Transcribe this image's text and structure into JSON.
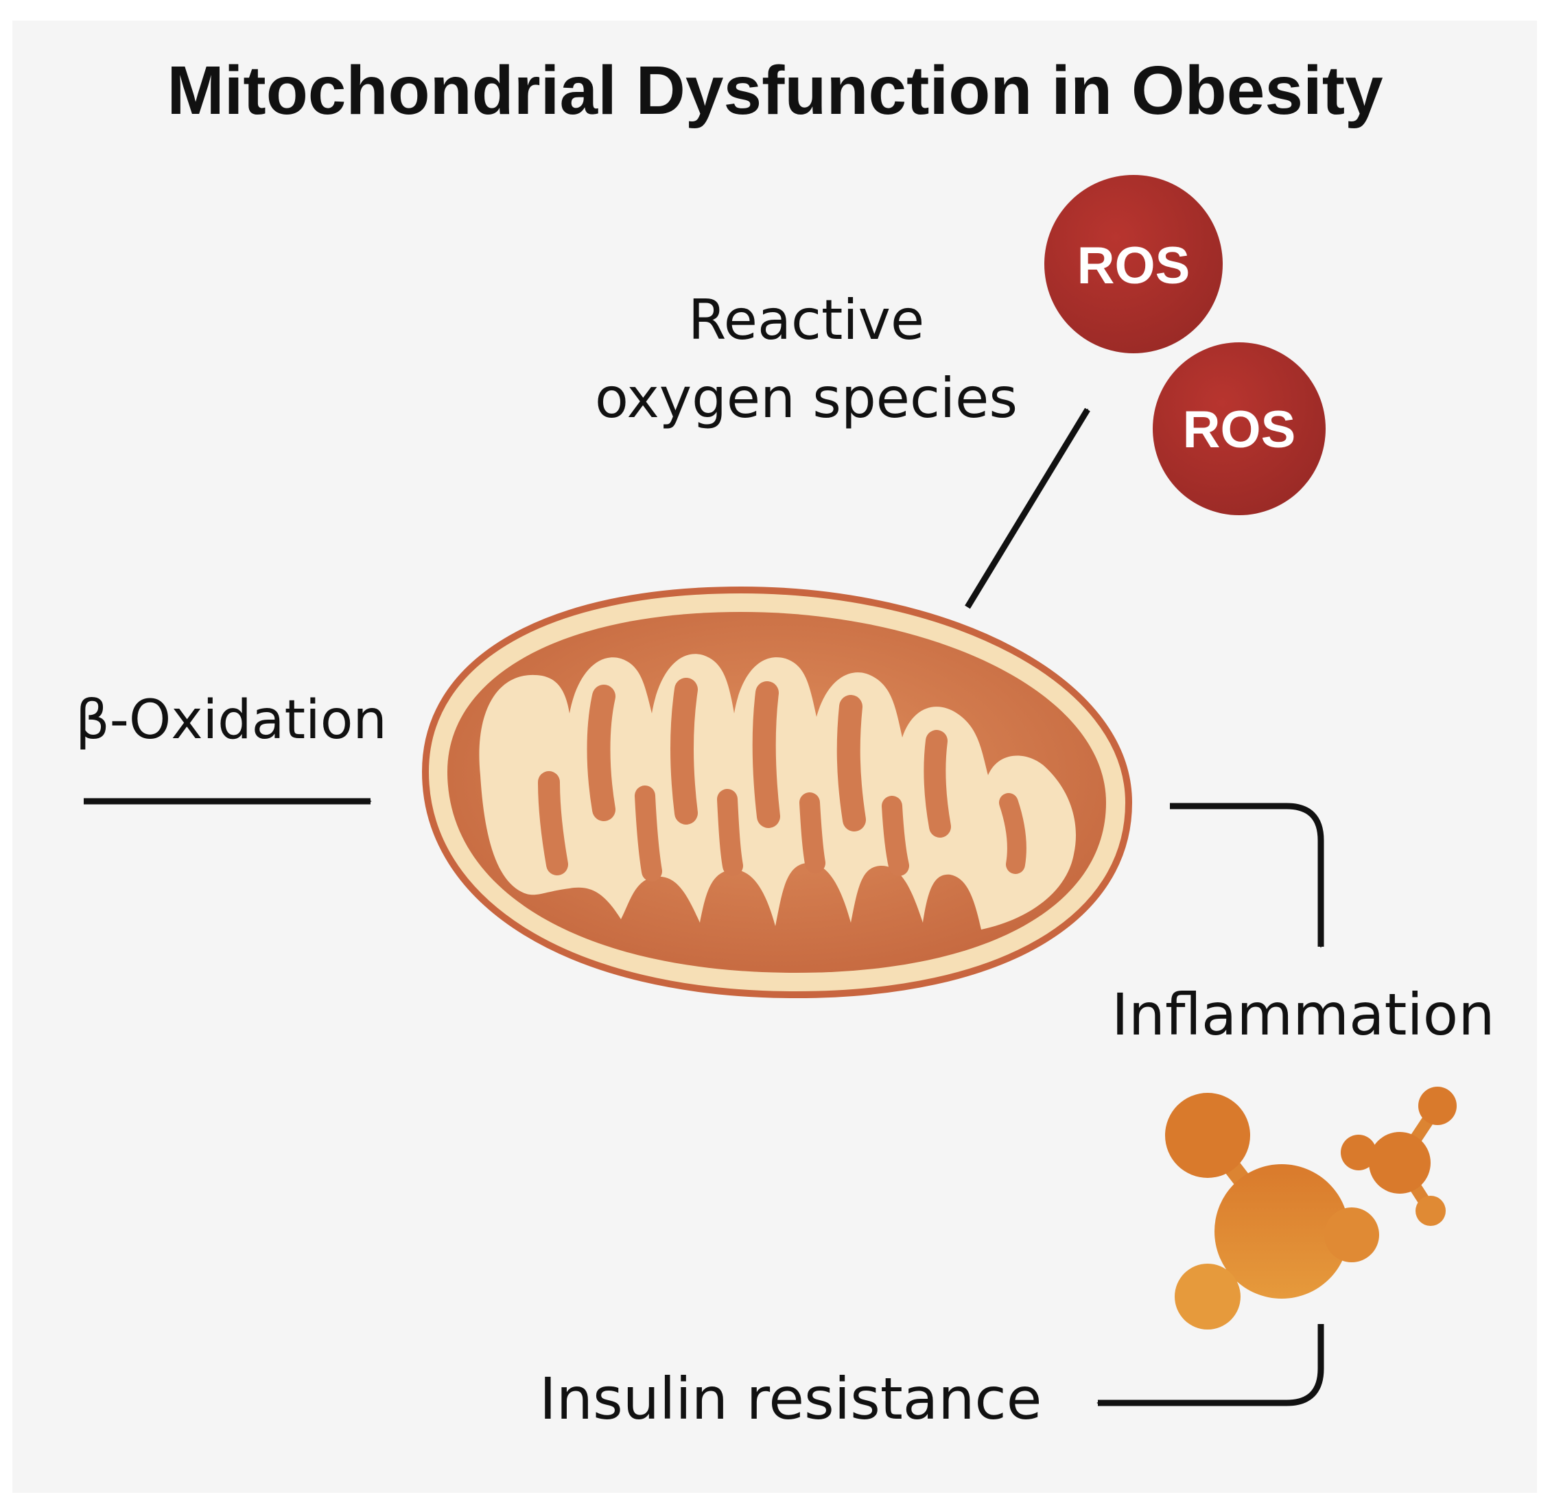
{
  "title": "Mitochondrial Dysfunction in Obesity",
  "labels": {
    "ros_line1": "Reactive",
    "ros_line2": "oxygen species",
    "beta_oxidation": "β-Oxidation",
    "inflammation": "Inflammation",
    "insulin_resistance": "Insulin resistance"
  },
  "ros_bubbles": [
    "ROS",
    "ROS"
  ],
  "colors": {
    "background": "#f5f5f5",
    "ros": "#a5302b",
    "mito_outer": "#c96a43",
    "mito_inner": "#f7e1bc",
    "cytokine": "#dc8432",
    "arrow": "#111111"
  }
}
